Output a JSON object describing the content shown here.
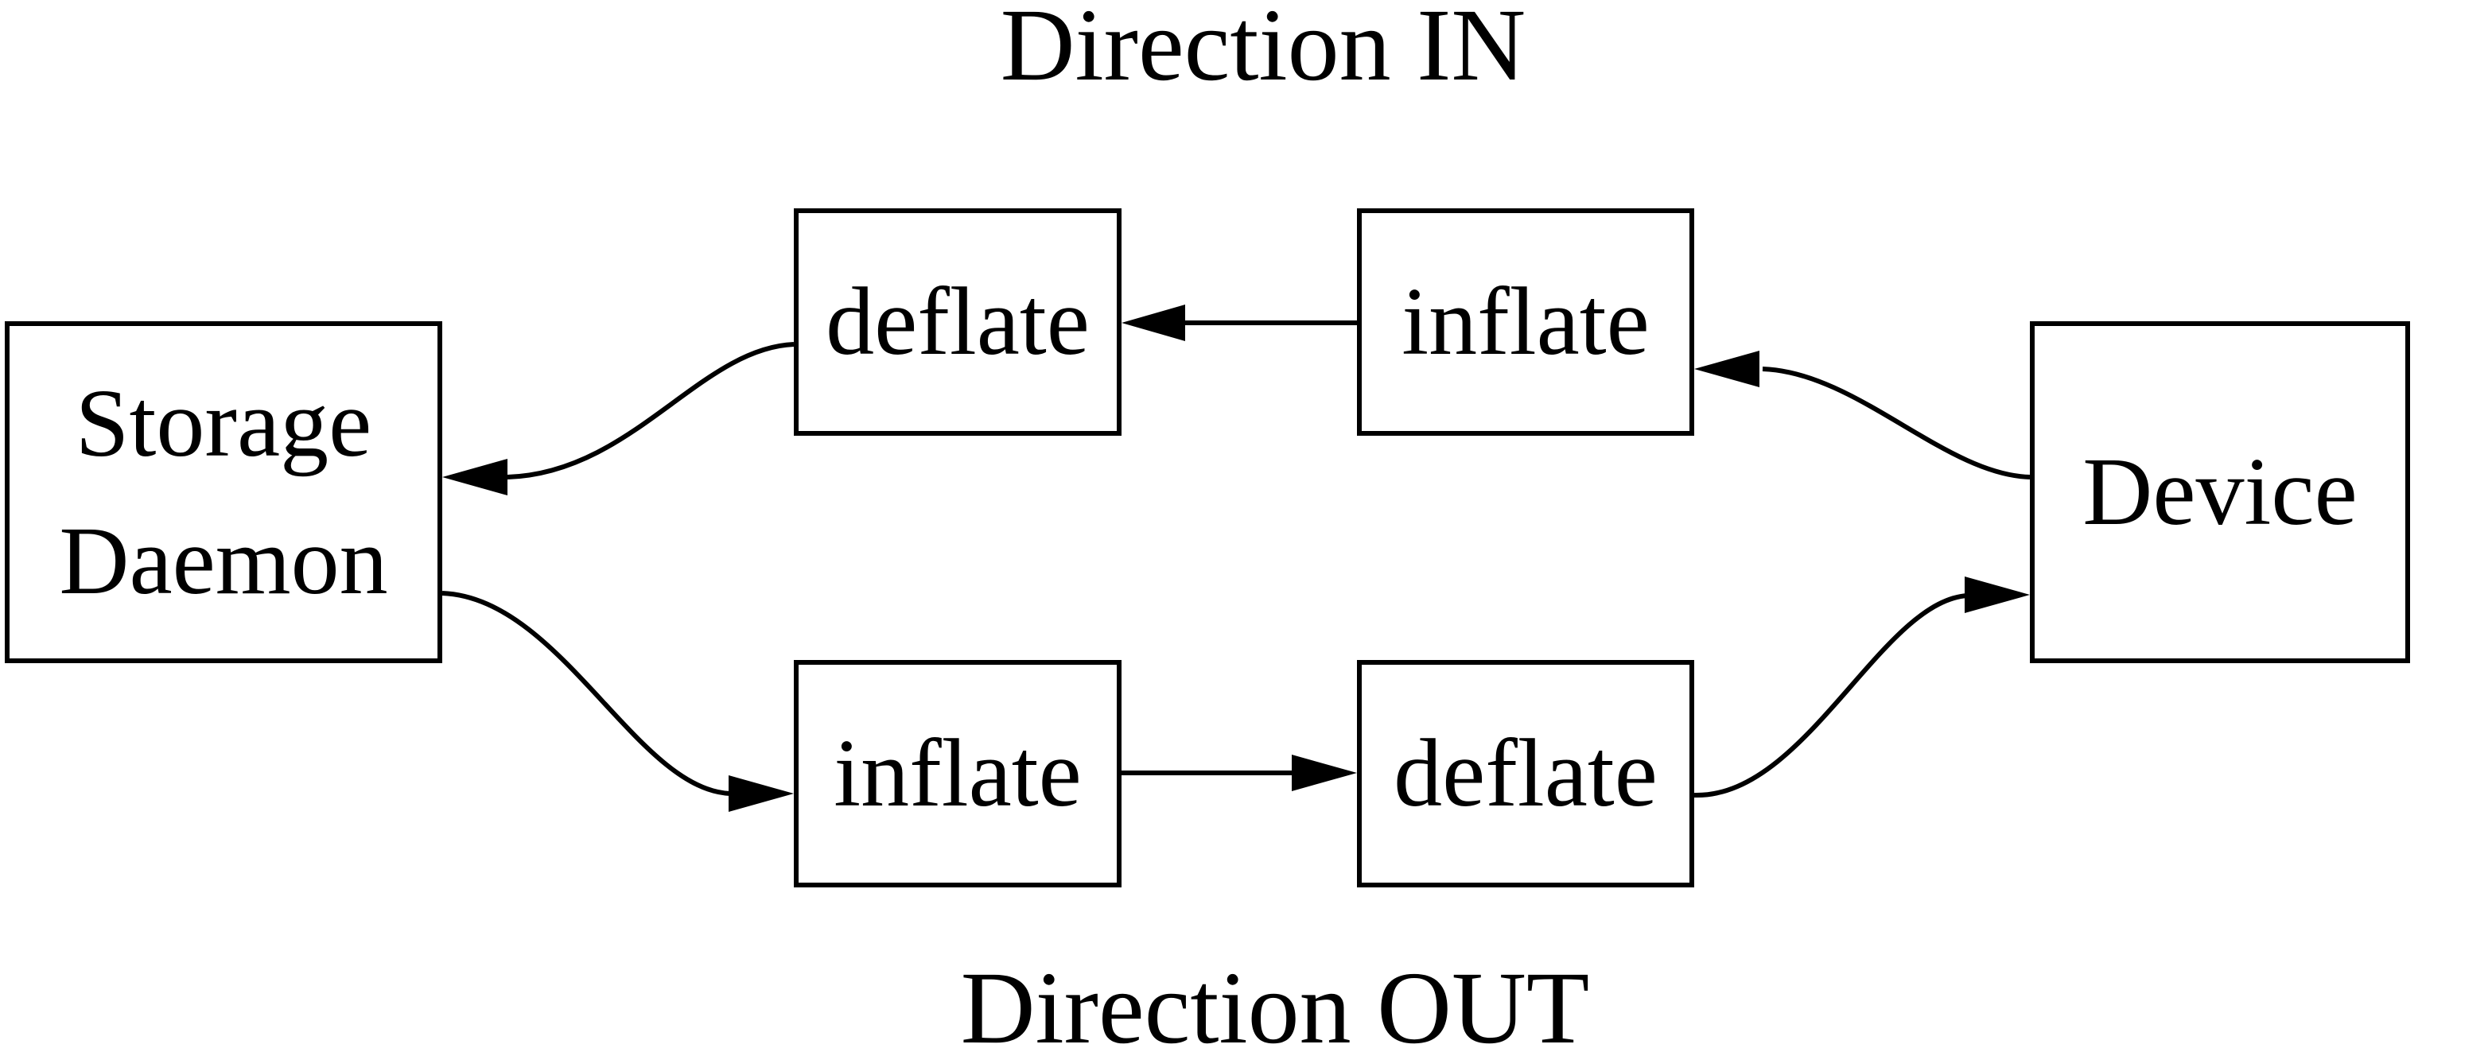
{
  "diagram": {
    "titles": {
      "top": "Direction IN",
      "bottom": "Direction OUT"
    },
    "nodes": {
      "storage": {
        "label_line1": "Storage",
        "label_line2": "Daemon"
      },
      "deflate_in": {
        "label": "deflate"
      },
      "inflate_in": {
        "label": "inflate"
      },
      "inflate_out": {
        "label": "inflate"
      },
      "deflate_out": {
        "label": "deflate"
      },
      "device": {
        "label": "Device"
      }
    },
    "edges": [
      {
        "name": "device-to-inflate-in",
        "from": "Device",
        "to": "inflate (IN)"
      },
      {
        "name": "inflate-to-deflate-in",
        "from": "inflate (IN)",
        "to": "deflate (IN)"
      },
      {
        "name": "deflate-to-storage-in",
        "from": "deflate (IN)",
        "to": "Storage Daemon"
      },
      {
        "name": "storage-to-inflate-out",
        "from": "Storage Daemon",
        "to": "inflate (OUT)"
      },
      {
        "name": "inflate-to-deflate-out",
        "from": "inflate (OUT)",
        "to": "deflate (OUT)"
      },
      {
        "name": "deflate-to-device-out",
        "from": "deflate (OUT)",
        "to": "Device"
      }
    ],
    "colors": {
      "ink": "#000000",
      "background": "#ffffff"
    }
  }
}
